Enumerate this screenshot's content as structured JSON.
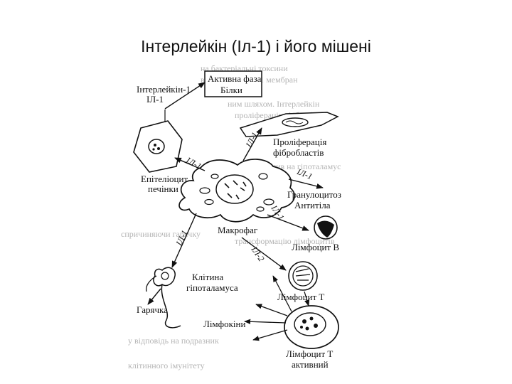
{
  "title": "Інтерлейкін (Іл-1) і його мішені",
  "labels": {
    "active_phase_1": "Активна фаза",
    "active_phase_2": "Білки",
    "il1_source_1": "Інтерлейкін-1",
    "il1_source_2": "ІЛ-1",
    "fibro_1": "Проліферація",
    "fibro_2": "фібробластів",
    "epith_1": "Епітеліоцит",
    "epith_2": "печінки",
    "granulo_1": "Гранулоцитоз",
    "granulo_2": "Антитіла",
    "macrophage": "Макрофаг",
    "lymph_b": "Лімфоцит В",
    "hypo_1": "Клітина",
    "hypo_2": "гіпоталамуса",
    "lymph_t": "Лімфоцит Т",
    "fever": "Гарячка",
    "lymphokines": "Лімфокіни",
    "lymph_t_act_1": "Лімфоцит Т",
    "lymph_t_act_2": "активний"
  },
  "arrow_tags": {
    "il1_fibro": "ІЛ-1",
    "il1_epith": "ІЛ-1",
    "il1_granulo": "ІЛ-1",
    "il1_b": "ІЛ-1",
    "il1_hypo": "ІЛ-1",
    "il2_t": "ІЛ-2"
  },
  "background_text": [
    "на бактеріальні токсини",
    "вивільняють ІЛ-1 мембран",
    "ним шляхом. Інтерлейкін",
    "проліферацію фібробластів",
    "вплив на гіпоталамус",
    "спричиняючи гарячку",
    "трансформацію лімфоцитів",
    "у відповідь на подразник",
    "клітинного імунітету"
  ]
}
